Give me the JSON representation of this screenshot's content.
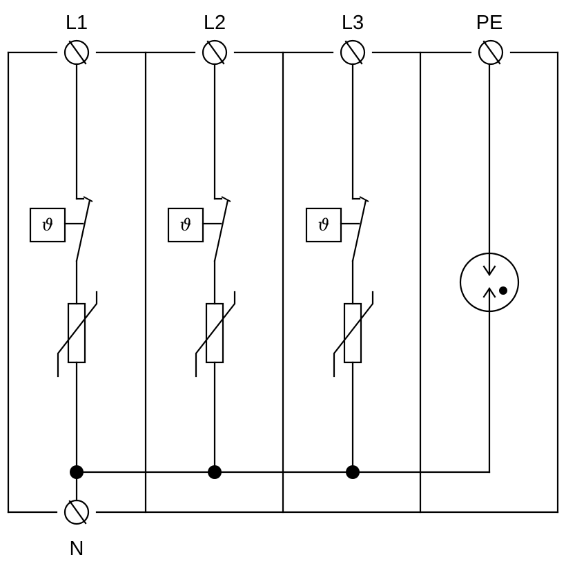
{
  "terminals": {
    "L1": "L1",
    "L2": "L2",
    "L3": "L3",
    "PE": "PE",
    "N": "N"
  },
  "thermal_symbol": "ϑ",
  "components": {
    "thermal_disconnectors": 3,
    "varistors": 3,
    "gas_discharge_tubes": 1
  },
  "colors": {
    "line": "#000000",
    "background": "#ffffff"
  }
}
